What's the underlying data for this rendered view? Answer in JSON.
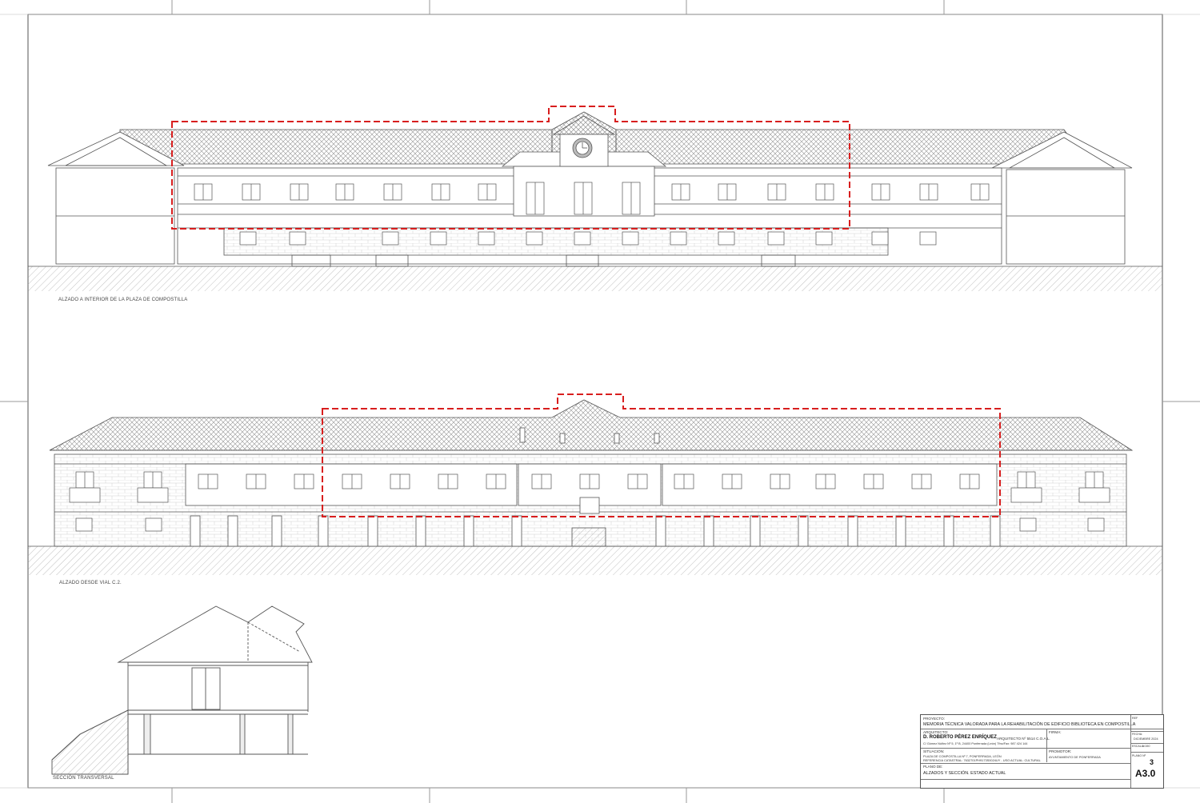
{
  "drawings": {
    "elevation_top_label": "ALZADO A INTERIOR DE LA PLAZA DE COMPOSTILLA",
    "elevation_bottom_label": "ALZADO DESDE VIAL C.2.",
    "section_label": "SECCIÓN TRANSVERSAL"
  },
  "title_block": {
    "project_heading": "PROYECTO:",
    "project_title": "MEMORIA TÉCNICA VALORADA PARA LA REHABILITACIÓN DE EDIFICIO BIBLIOTECA EN COMPOSTILLA",
    "architect_heading": "ARQUITECTO:",
    "architect_name": "D. ROBERTO PÉREZ ENRÍQUEZ",
    "architect_reg": "ARQUITECTO Nº 5514 C.O.A.L.",
    "architect_address": "C/ Gómez Núñez Nº 5, 1º B, 24400 Ponferrada (León) Tfno/Fax: 987 424 144",
    "firma_heading": "FIRMA:",
    "situacion_heading": "SITUACIÓN:",
    "situacion_text": "PLAZA DE COMPOSTILLA Nº 7, PONFERRADA, LEÓN",
    "catastral_text": "REFERENCIA CATASTRAL: 7632701PH9173S0024UY - USO ACTUAL: CULTURAL",
    "promotor_heading": "PROMOTOR:",
    "promotor_text": "AYUNTAMIENTO DE PONFERRADA",
    "plano_heading": "PLANO DE:",
    "plano_title": "ALZADOS Y SECCIÓN. ESTADO ACTUAL",
    "date_label": "FECHA:",
    "date_value": "DICIEMBRE 2024",
    "scale_label": "ESCALA:",
    "scale_value": "1/150",
    "sheet_label": "PLANO Nº",
    "sheet_index": "3",
    "sheet_code": "A3.0",
    "ref_label": "REF"
  },
  "colors": {
    "line": "#555555",
    "highlight_dash": "#d81e1e",
    "ground_hatch": "#888888",
    "roof_hatch": "#9a9a9a"
  }
}
